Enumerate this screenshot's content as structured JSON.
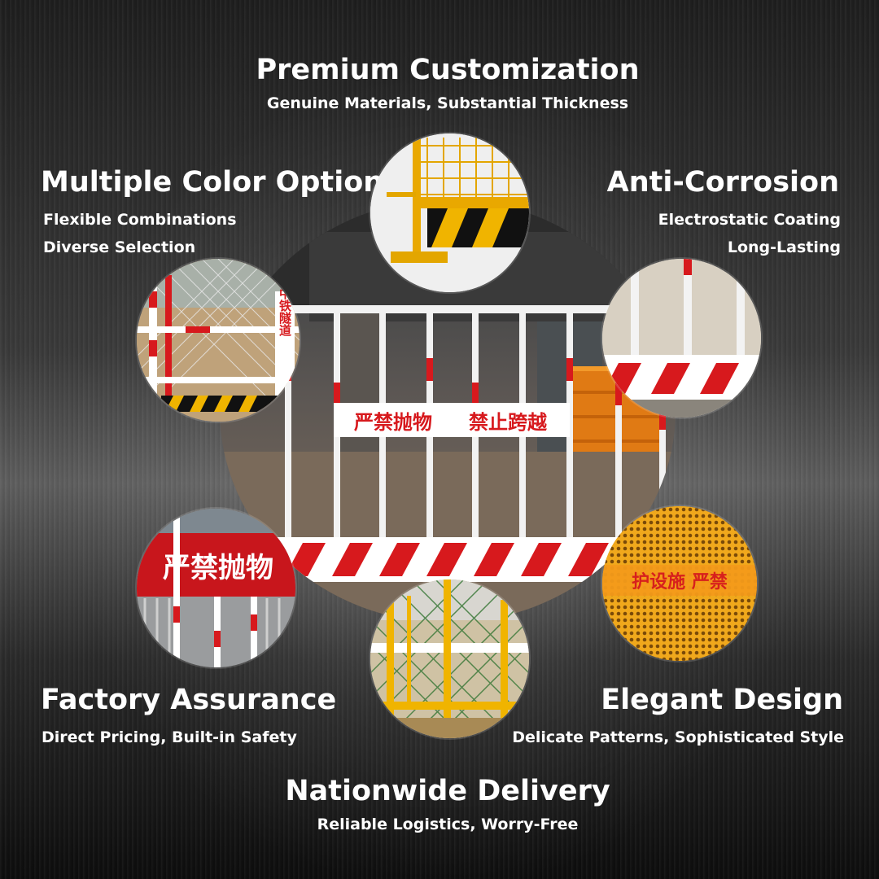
{
  "sections": {
    "top": {
      "title": "Premium Customization",
      "subtitle": "Genuine Materials, Substantial Thickness"
    },
    "top_left": {
      "title": "Multiple Color Options",
      "line1": "Flexible Combinations",
      "line2": "Diverse Selection"
    },
    "top_right": {
      "title": "Anti-Corrosion",
      "line1": "Electrostatic Coating",
      "line2": "Long-Lasting"
    },
    "bottom_left": {
      "title": "Factory Assurance",
      "subtitle": "Direct Pricing, Built-in Safety"
    },
    "bottom_right": {
      "title": "Elegant Design",
      "subtitle": "Delicate Patterns, Sophisticated Style"
    },
    "bottom": {
      "title": "Nationwide Delivery",
      "subtitle": "Reliable Logistics, Worry-Free"
    }
  },
  "hero_sign": {
    "left": "严禁抛物",
    "right": "禁止跨越"
  },
  "circle_labels": {
    "vertical_sign": "中国中铁隧道",
    "red_sign": "严禁抛物",
    "orange_sign": "护设施 严禁"
  },
  "colors": {
    "red": "#d7191d",
    "white": "#ffffff",
    "yellow": "#f0b400",
    "black": "#111111",
    "orange": "#f59a1a"
  }
}
